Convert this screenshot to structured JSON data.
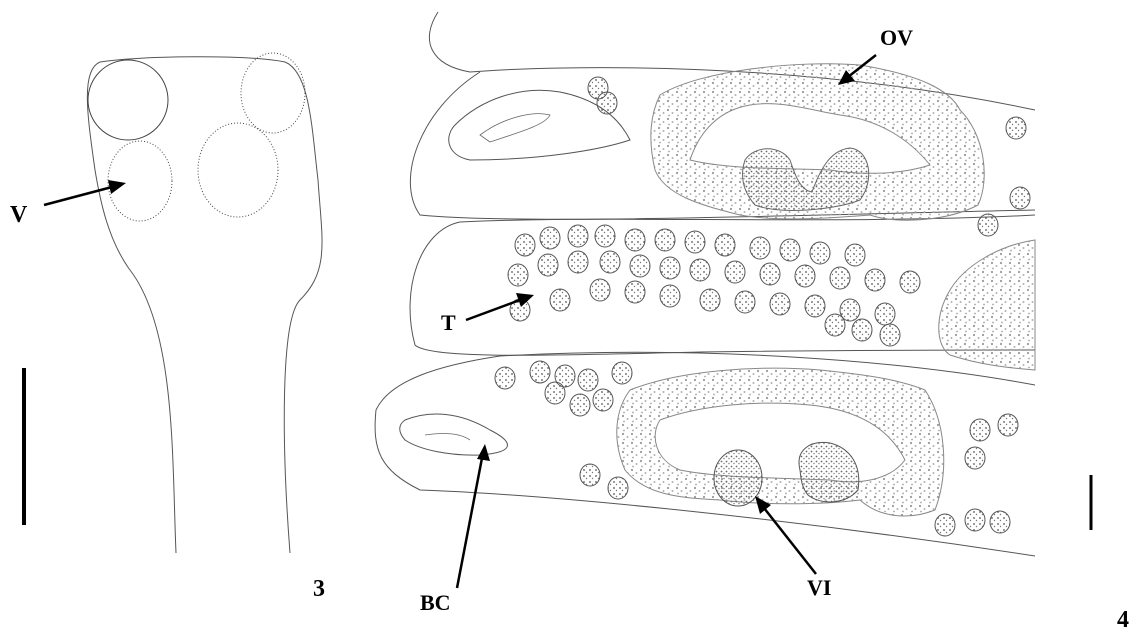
{
  "figure_labels": {
    "panel_left": "3",
    "panel_right": "4"
  },
  "annotations": {
    "sucker": "V",
    "ovary": "OV",
    "testes": "T",
    "bursa": "BC",
    "vitelline": "VI"
  },
  "colors": {
    "ink": "#000000",
    "outline": "#555555",
    "stipple": "#9a9a9a"
  }
}
